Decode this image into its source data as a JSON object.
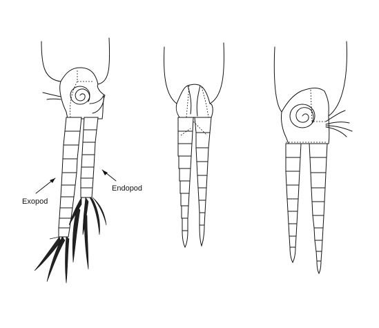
{
  "figure": {
    "labels": {
      "exopod": "Exopod",
      "endopod": "Endopod"
    },
    "panels": [
      {
        "name": "left-appendage",
        "features": [
          "protopod",
          "spiral-organ",
          "exopod",
          "endopod",
          "plumose-setae"
        ]
      },
      {
        "name": "middle-appendage",
        "features": [
          "protopod",
          "exopod",
          "endopod"
        ]
      },
      {
        "name": "right-appendage",
        "features": [
          "protopod",
          "spiral-organ",
          "exopod",
          "endopod",
          "setae-tuft"
        ]
      }
    ],
    "colors": {
      "ink": "#111111",
      "background": "#ffffff"
    }
  }
}
